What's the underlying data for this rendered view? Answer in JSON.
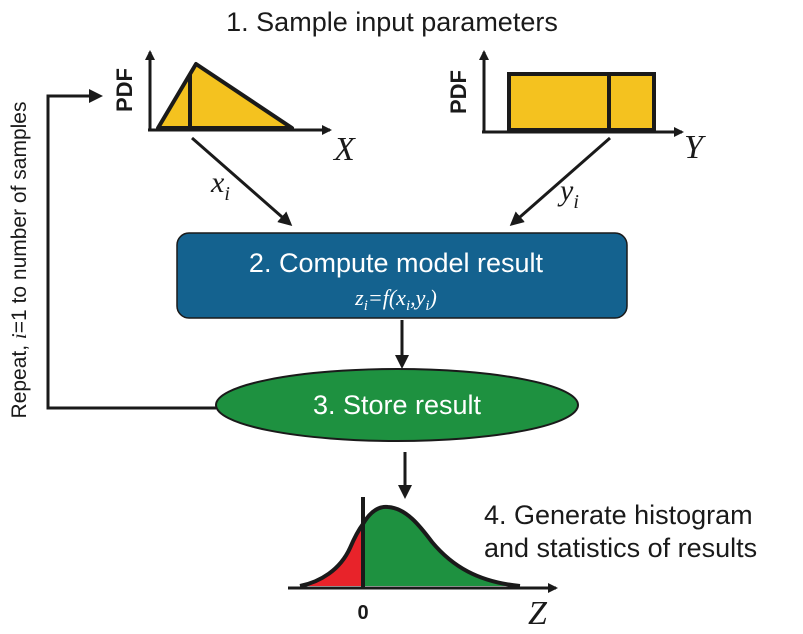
{
  "diagram": {
    "steps": {
      "sample": "1. Sample input parameters",
      "compute": "2. Compute model result",
      "store": "3. Store result",
      "generate_line1": "4. Generate histogram",
      "generate_line2": "and statistics of results"
    },
    "formula": {
      "z": "z",
      "i1": "i",
      "eq": "=",
      "f": "f",
      "open": "(",
      "x": "x",
      "i2": "i",
      "comma": ",",
      "y": "y",
      "i3": "i",
      "close": ")"
    },
    "pdf_label_x": "PDF",
    "pdf_label_y": "PDF",
    "axis_x": "X",
    "axis_y": "Y",
    "axis_z": "Z",
    "sample_x": "x",
    "sample_x_sub": "i",
    "sample_y": "y",
    "sample_y_sub": "i",
    "loop": {
      "prefix": "Repeat, ",
      "var": "i",
      "suffix": "=1 to number of samples"
    },
    "zero_tick": "0",
    "colors": {
      "input_fill": "#f4c21f",
      "compute_box": "#14628f",
      "store_ellipse": "#1e9140",
      "negative_tail": "#e8232a",
      "positive_area": "#1e9140",
      "ink": "#1a1a1a"
    }
  }
}
